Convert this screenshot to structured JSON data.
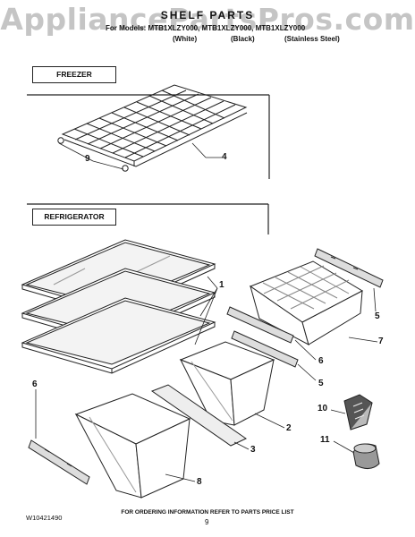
{
  "watermark": "AppliancePartsPros.com",
  "header": {
    "title": "SHELF PARTS",
    "models": "For Models: MTB1XLZY000, MTB1XLZY000, MTB1XLZY000",
    "variants": [
      "(White)",
      "(Black)",
      "(Stainless Steel)"
    ]
  },
  "sections": {
    "freezer": "FREEZER",
    "refrigerator": "REFRIGERATOR"
  },
  "callouts": {
    "wire_shelf_clip": "9",
    "wire_shelf": "4",
    "glass_shelves": "1",
    "shelf_support_right": "5",
    "crisper_tray": "7",
    "shelf_bracket": "6",
    "shelf_support_lower": "5",
    "left_bracket": "6",
    "crisper_drawer_right": "2",
    "crisper_cover": "3",
    "egg_tray": "10",
    "accessory_cup": "11",
    "crisper_drawer_left": "8"
  },
  "footer": {
    "doc_number": "W10421490",
    "ordering_note": "FOR ORDERING INFORMATION REFER TO PARTS PRICE LIST",
    "page": "9"
  }
}
